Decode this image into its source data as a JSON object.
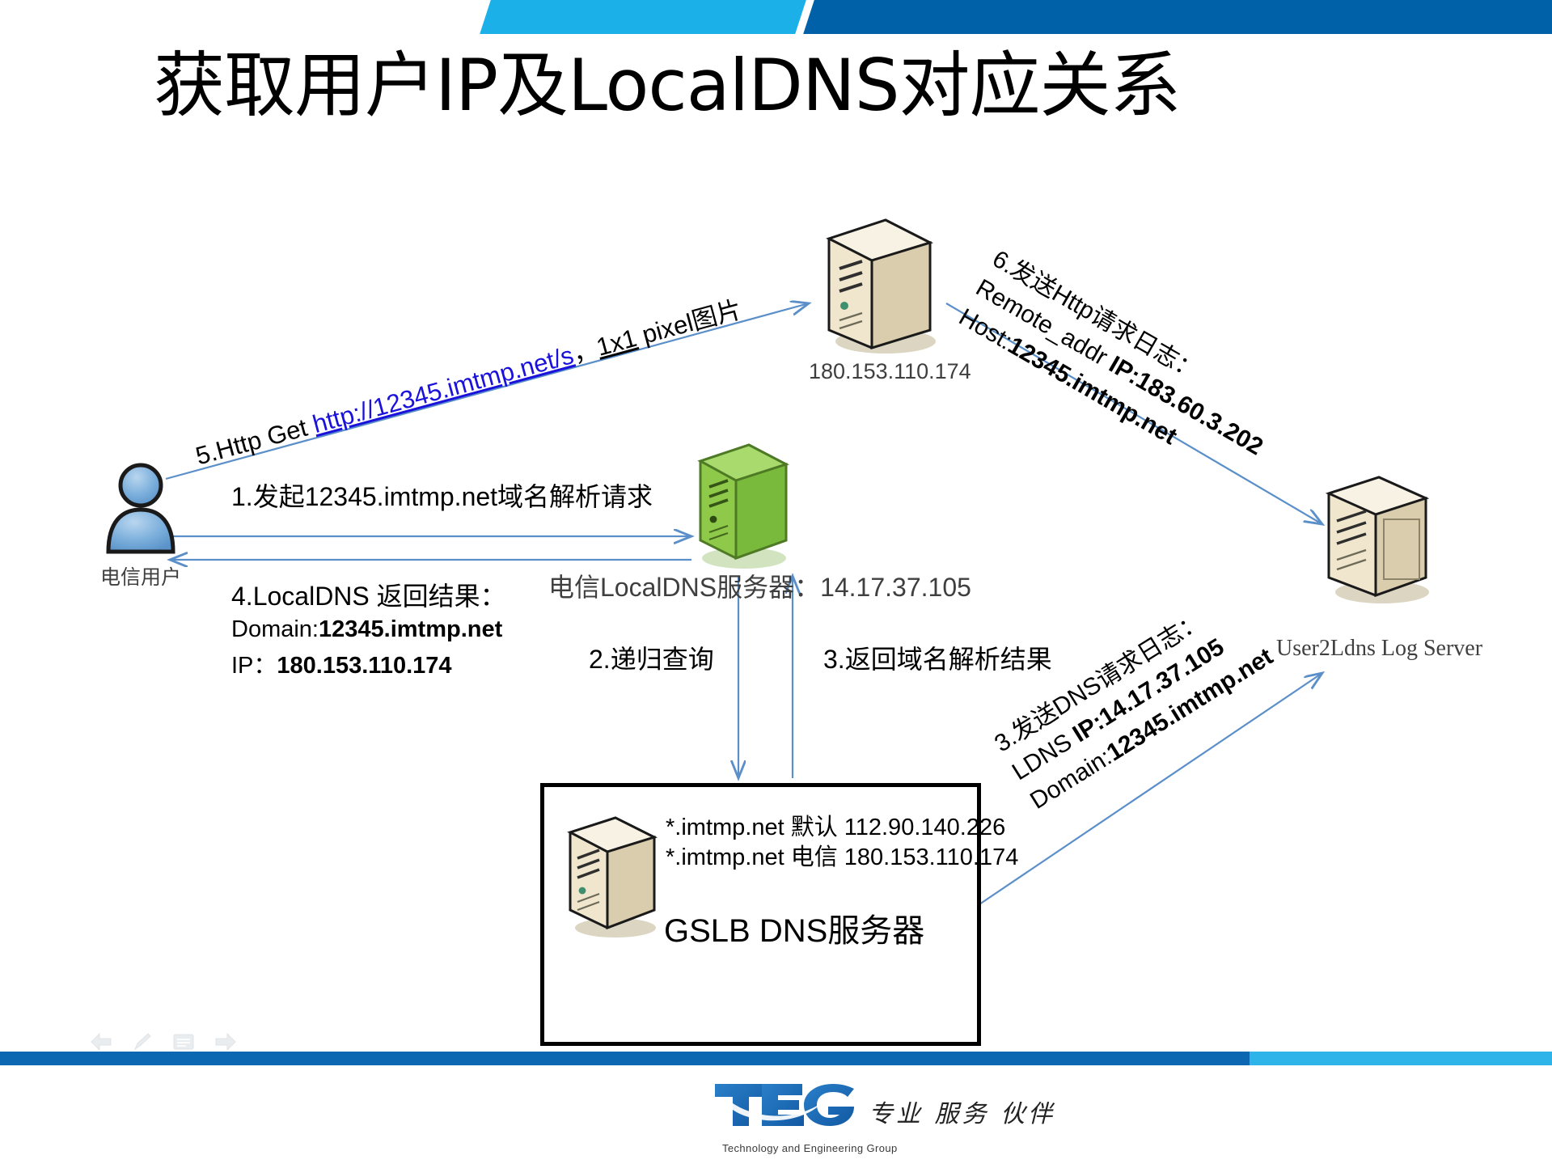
{
  "slide": {
    "title": "获取用户IP及LocalDNS对应关系",
    "banner": {
      "light_color": "#1cb0e8",
      "dark_color": "#0061a8"
    }
  },
  "nodes": {
    "user": {
      "caption": "电信用户",
      "icon": "user-avatar-icon"
    },
    "web_server": {
      "caption": "180.153.110.174",
      "icon": "server-icon"
    },
    "localdns": {
      "caption": "电信LocalDNS服务器：14.17.37.105",
      "icon": "green-server-icon",
      "color": "#7dc242"
    },
    "log_server": {
      "caption": "User2Ldns Log Server",
      "icon": "database-server-icon"
    },
    "gslb": {
      "line1": "*.imtmp.net 默认 112.90.140.226",
      "line2": "*.imtmp.net  电信 180.153.110.174",
      "title": "GSLB DNS服务器",
      "icon": "server-icon"
    }
  },
  "flows": {
    "step1": "1.发起12345.imtmp.net域名解析请求",
    "step2": "2.递归查询",
    "step3_return": "3.返回域名解析结果",
    "step4": {
      "line1": "4.LocalDNS 返回结果：",
      "line2_label": "Domain:",
      "line2_value": "12345.imtmp.net",
      "line3_label": "IP：",
      "line3_value": "180.153.110.174"
    },
    "step5": {
      "prefix": "5.Http Get ",
      "link": "http://12345.imtmp.net/s",
      "suffix": "，",
      "tail_underline": "1x1",
      "tail": " pixel图片"
    },
    "step6": {
      "line1": "6.发送Http请求日志：",
      "line2_label": "Remote_addr ",
      "line2_bold": "IP:183.60.3.202",
      "line3_label": "Host:",
      "line3_bold": "12345.imtmp.net"
    },
    "step3_log": {
      "line1": "3.发送DNS请求日志：",
      "line2_label": "LDNS ",
      "line2_bold": "IP:14.17.37.105",
      "line3_label": "Domain:",
      "line3_bold": "12345.imtmp.net"
    }
  },
  "footer": {
    "brand": "TEG",
    "brand_cn": "专业 服务 伙伴",
    "brand_sub": "Technology and Engineering Group",
    "nav": {
      "back": "back-arrow-icon",
      "pen": "pen-icon",
      "menu": "menu-icon",
      "forward": "forward-arrow-icon"
    },
    "bar_dark_color": "#0b67b2",
    "bar_light_color": "#2fb4ea"
  }
}
